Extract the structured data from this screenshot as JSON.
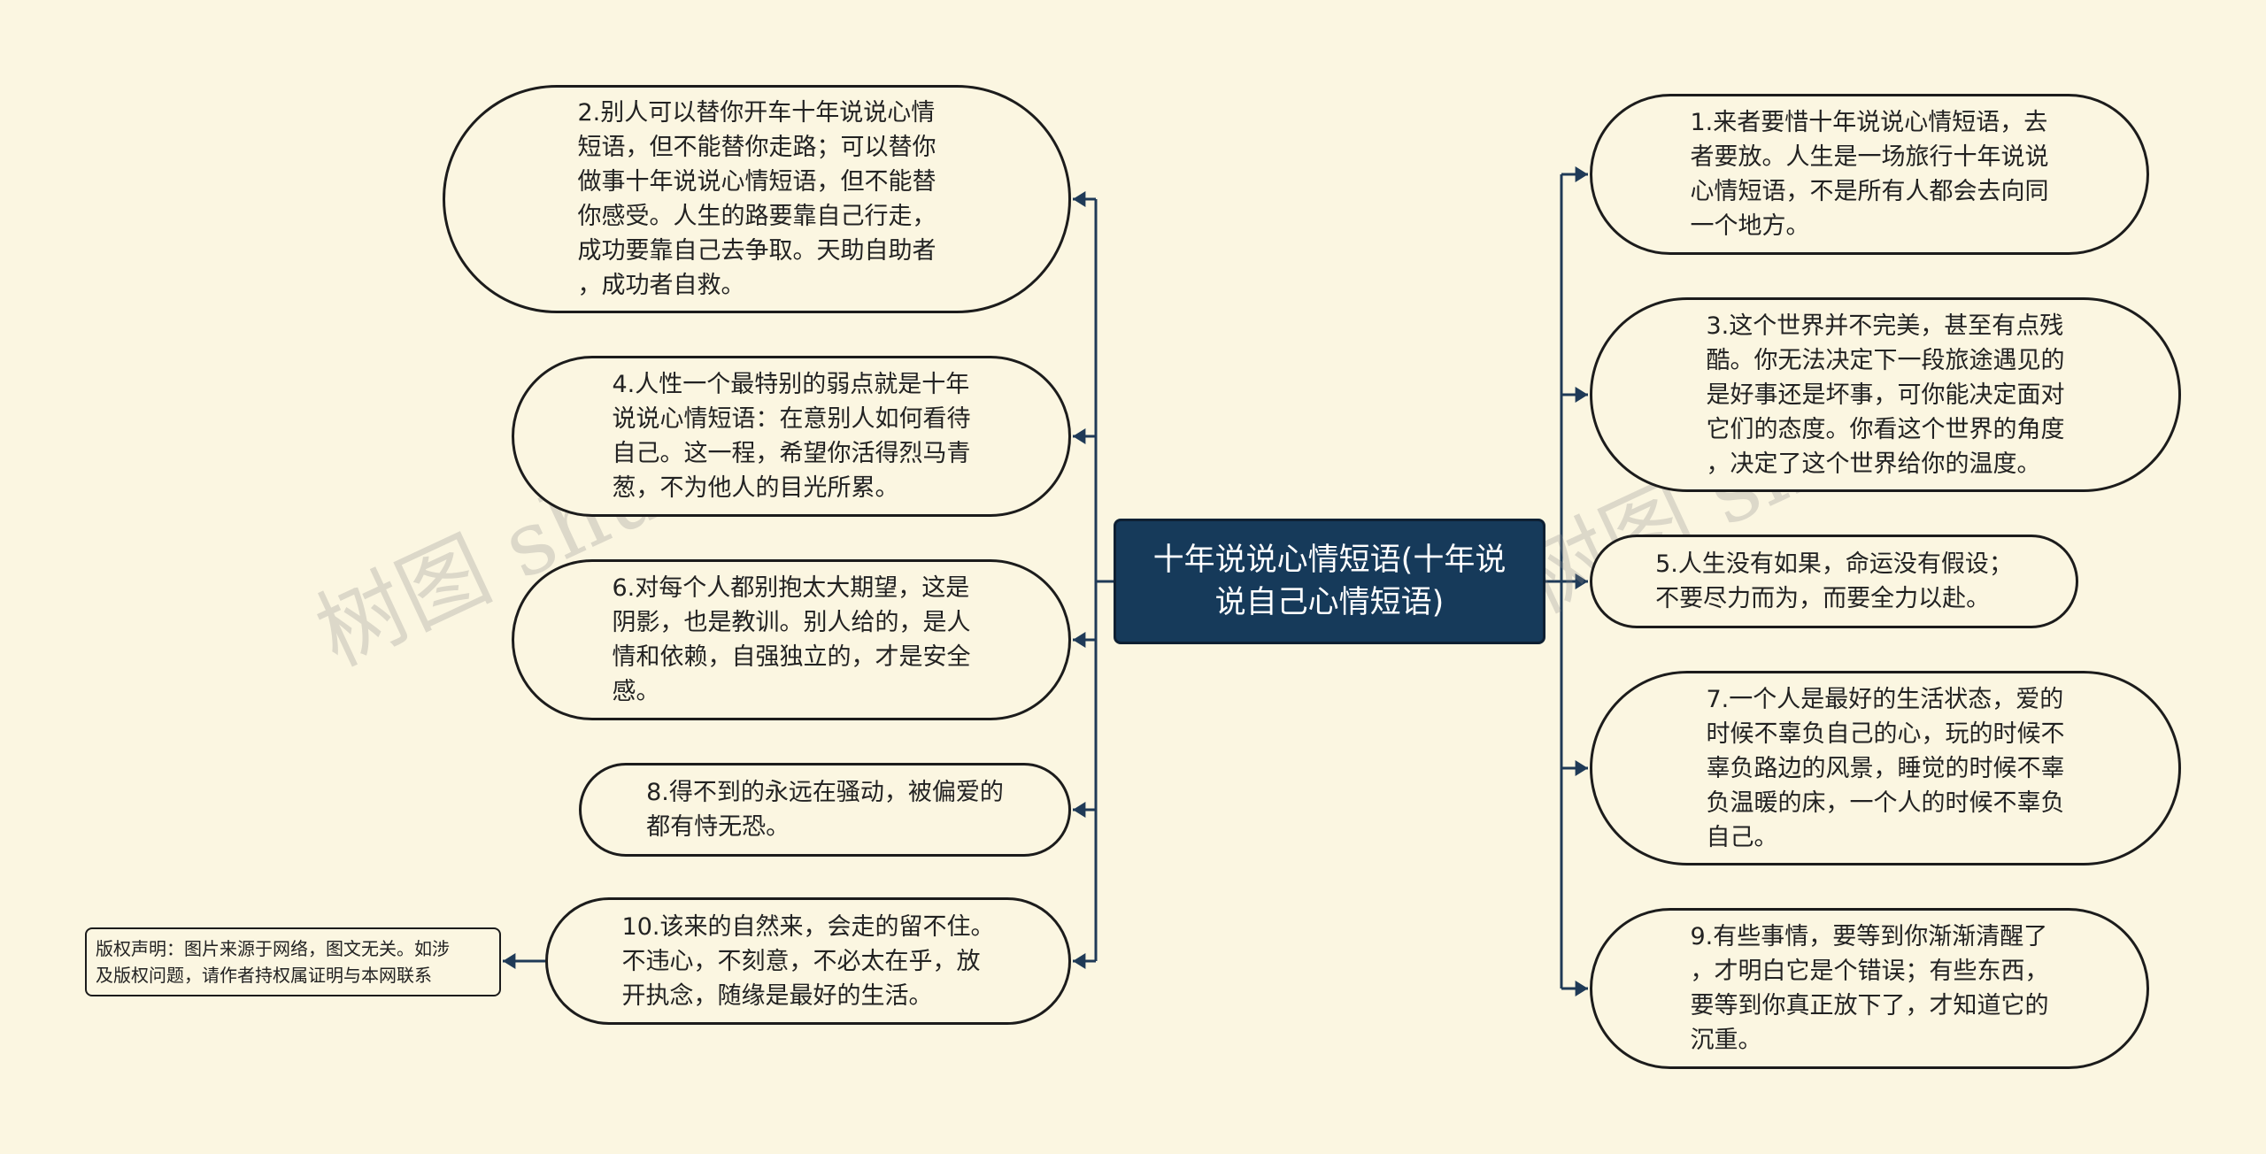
{
  "center": {
    "text": "十年说说心情短语(十年说\n说自己心情短语)"
  },
  "left_nodes": [
    {
      "id": "n2",
      "text": "2.别人可以替你开车十年说说心情\n短语，但不能替你走路；可以替你\n做事十年说说心情短语，但不能替\n你感受。人生的路要靠自己行走，\n成功要靠自己去争取。天助自助者\n，成功者自救。"
    },
    {
      "id": "n4",
      "text": "4.人性一个最特别的弱点就是十年\n说说心情短语：在意别人如何看待\n自己。这一程，希望你活得烈马青\n葱，不为他人的目光所累。"
    },
    {
      "id": "n6",
      "text": "6.对每个人都别抱太大期望，这是\n阴影，也是教训。别人给的，是人\n情和依赖，自强独立的，才是安全\n感。"
    },
    {
      "id": "n8",
      "text": "8.得不到的永远在骚动，被偏爱的\n都有恃无恐。"
    },
    {
      "id": "n10",
      "text": "10.该来的自然来，会走的留不住。\n不违心，不刻意，不必太在乎，放\n开执念，随缘是最好的生活。"
    }
  ],
  "right_nodes": [
    {
      "id": "n1",
      "text": "1.来者要惜十年说说心情短语，去\n者要放。人生是一场旅行十年说说\n心情短语，不是所有人都会去向同\n一个地方。"
    },
    {
      "id": "n3",
      "text": "3.这个世界并不完美，甚至有点残\n酷。你无法决定下一段旅途遇见的\n是好事还是坏事，可你能决定面对\n它们的态度。你看这个世界的角度\n，决定了这个世界给你的温度。"
    },
    {
      "id": "n5",
      "text": "5.人生没有如果，命运没有假设；\n不要尽力而为，而要全力以赴。"
    },
    {
      "id": "n7",
      "text": "7.一个人是最好的生活状态，爱的\n时候不辜负自己的心，玩的时候不\n辜负路边的风景，睡觉的时候不辜\n负温暖的床，一个人的时候不辜负\n自己。"
    },
    {
      "id": "n9",
      "text": "9.有些事情，要等到你渐渐清醒了\n，才明白它是个错误；有些东西，\n要等到你真正放下了，才知道它的\n沉重。"
    }
  ],
  "note": {
    "text": "版权声明：图片来源于网络，图文无关。如涉\n及版权问题，请作者持权属证明与本网联系"
  },
  "watermarks": [
    "树图 shutu.cn",
    "树图 shutu.cn"
  ],
  "colors": {
    "background": "#fbf6e1",
    "center_fill": "#163a5a",
    "edge": "#1f3a57",
    "node_border": "#1c1c1c"
  }
}
